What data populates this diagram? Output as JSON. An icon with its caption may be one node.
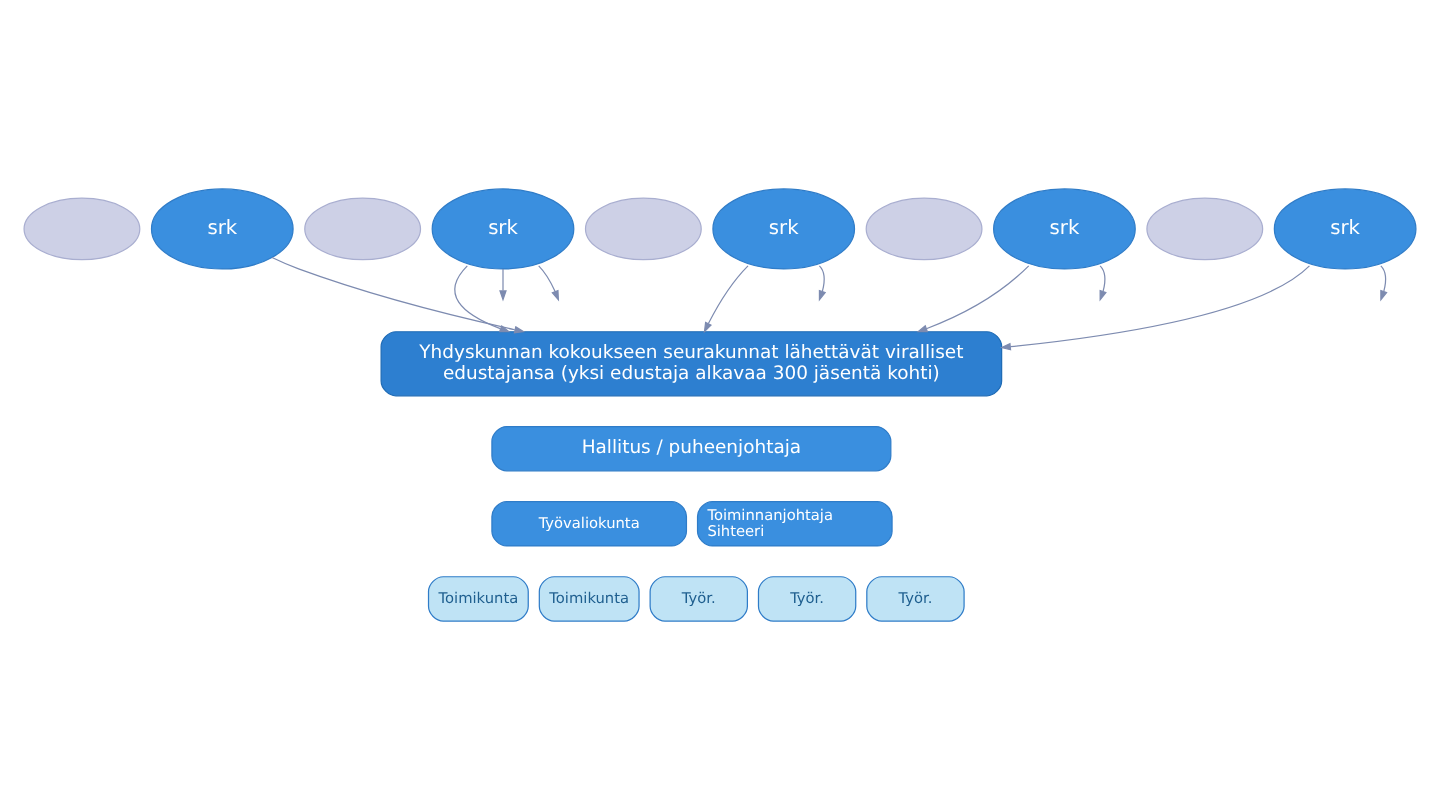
{
  "diagram": {
    "nodes": [
      {
        "text": [],
        "shape": "ellipse"
      },
      {
        "text": [],
        "shape": "ellipse"
      },
      {
        "text": [],
        "shape": "ellipse"
      },
      {
        "text": [],
        "shape": "ellipse"
      },
      {
        "text": [],
        "shape": "ellipse"
      },
      {
        "text": [
          "srk"
        ]
      },
      {
        "text": [
          "srk"
        ]
      },
      {
        "text": [
          "srk"
        ]
      },
      {
        "text": [
          "srk"
        ]
      },
      {
        "text": [
          "srk"
        ]
      },
      {
        "text": [
          "Yhdyskunnan kokoukseen seurakunnat lähettävät viralliset edustajansa (yksi edustaja alkavaa 300 jäsentä kohti)"
        ]
      },
      {
        "text": [
          "Hallitus / puheenjohtaja"
        ]
      },
      {
        "text": [
          "Työvaliokunta"
        ]
      },
      {
        "text": [
          "Toiminnanjohtaja",
          "Sihteeri"
        ]
      },
      {
        "text": [
          "Toimikunta"
        ]
      },
      {
        "text": [
          "Toimikunta"
        ]
      },
      {
        "text": [
          "Työr."
        ]
      },
      {
        "text": [
          "Työr."
        ]
      },
      {
        "text": [
          "Työr."
        ]
      }
    ],
    "edges": [
      {
        "from": 5,
        "to": 10,
        "arrow": "to"
      },
      {
        "from": 6,
        "to": 10,
        "arrow": "to"
      },
      {
        "from": 6,
        "to": null,
        "arrow": "to"
      },
      {
        "from": 6,
        "to": null,
        "arrow": "to"
      },
      {
        "from": 7,
        "to": 10,
        "arrow": "to"
      },
      {
        "from": 7,
        "to": null,
        "arrow": "to"
      },
      {
        "from": 8,
        "to": 10,
        "arrow": "to"
      },
      {
        "from": 8,
        "to": null,
        "arrow": "to"
      },
      {
        "from": 9,
        "to": 10,
        "arrow": "to"
      },
      {
        "from": 9,
        "to": null,
        "arrow": "to"
      }
    ]
  }
}
